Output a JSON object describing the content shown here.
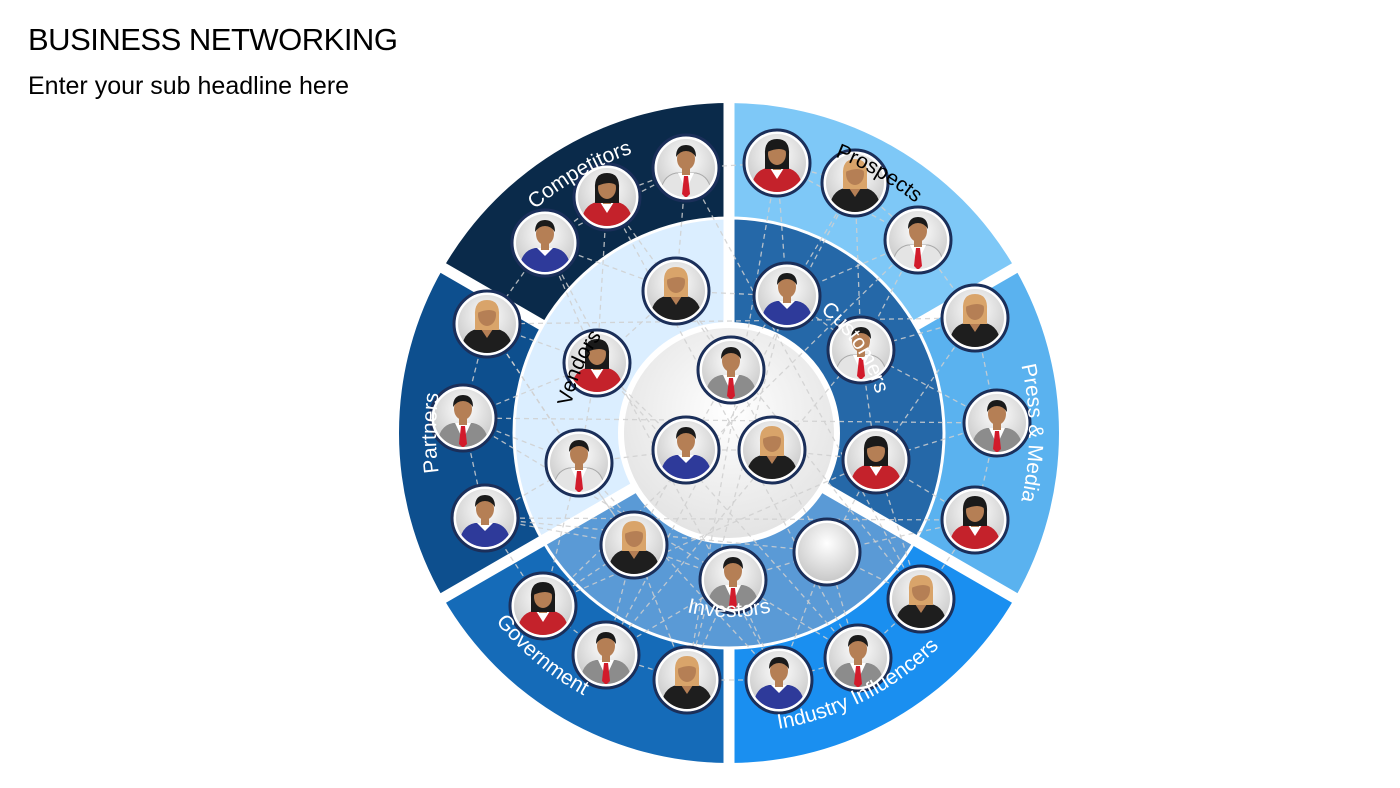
{
  "header": {
    "title": "BUSINESS NETWORKING",
    "subtitle": "Enter your sub headline here"
  },
  "colors": {
    "competitors": "#0a2a4a",
    "prospects": "#7ec8f7",
    "press_media": "#5ab2ef",
    "industry_influencers": "#1a8ff0",
    "government": "#156bb8",
    "partners": "#0d4f8e",
    "vendors": "#dbeeff",
    "customers": "#2568a8",
    "investors": "#5a9ad6",
    "center": "#f4f4f4",
    "node_ring": "#1b2f5a",
    "link": "#d0d0d0"
  },
  "outer_segments": [
    {
      "id": "competitors",
      "label": "Competitors"
    },
    {
      "id": "prospects",
      "label": "Prospects"
    },
    {
      "id": "press-media",
      "label": "Press & Media"
    },
    {
      "id": "industry-influencers",
      "label": "Industry Influencers"
    },
    {
      "id": "government",
      "label": "Government"
    },
    {
      "id": "partners",
      "label": "Partners"
    }
  ],
  "inner_segments": [
    {
      "id": "vendors",
      "label": "Vendors"
    },
    {
      "id": "customers",
      "label": "Customers"
    },
    {
      "id": "investors",
      "label": "Investors"
    }
  ]
}
